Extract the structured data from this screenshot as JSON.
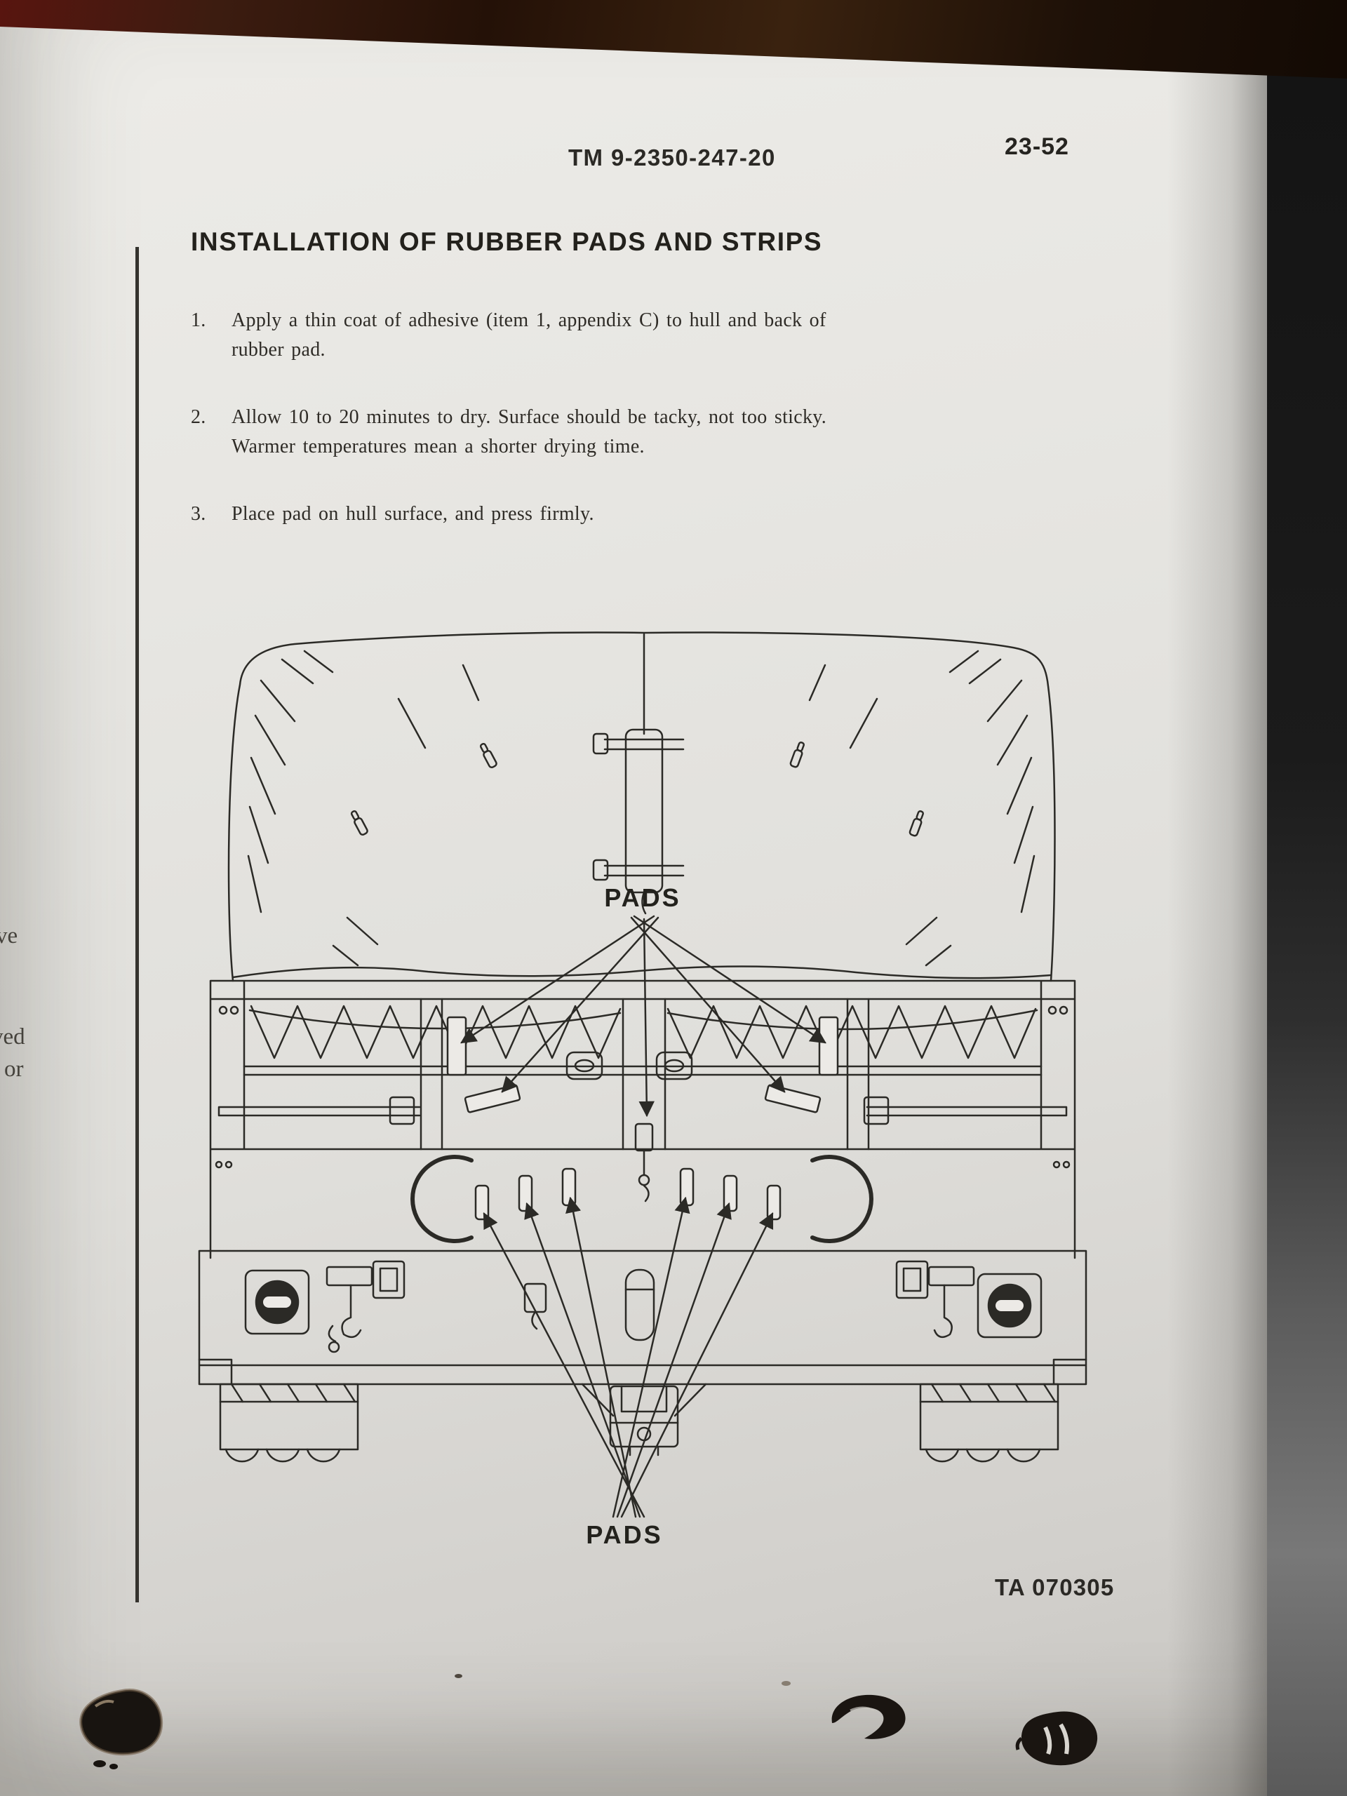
{
  "surface": {
    "edge_fragments": [
      "ve",
      "ved",
      "or"
    ]
  },
  "page": {
    "tm_number": "TM 9-2350-247-20",
    "page_number": "23-52",
    "heading": "INSTALLATION OF RUBBER PADS AND STRIPS",
    "steps": [
      {
        "num": "1.",
        "text": "Apply a thin coat of adhesive (item 1, appendix C) to hull and back of rubber pad."
      },
      {
        "num": "2.",
        "text": "Allow 10 to 20 minutes to dry. Surface should be tacky, not too sticky. Warmer temperatures mean a shorter drying time."
      },
      {
        "num": "3.",
        "text": "Place pad on hull surface, and press firmly."
      }
    ],
    "figure": {
      "top_label": "PADS",
      "bottom_label": "PADS",
      "figure_id": "TA 070305"
    }
  },
  "colors": {
    "paper": "#e6e5e1",
    "ink": "#2b2a26",
    "wood_dark": "#24130a"
  }
}
